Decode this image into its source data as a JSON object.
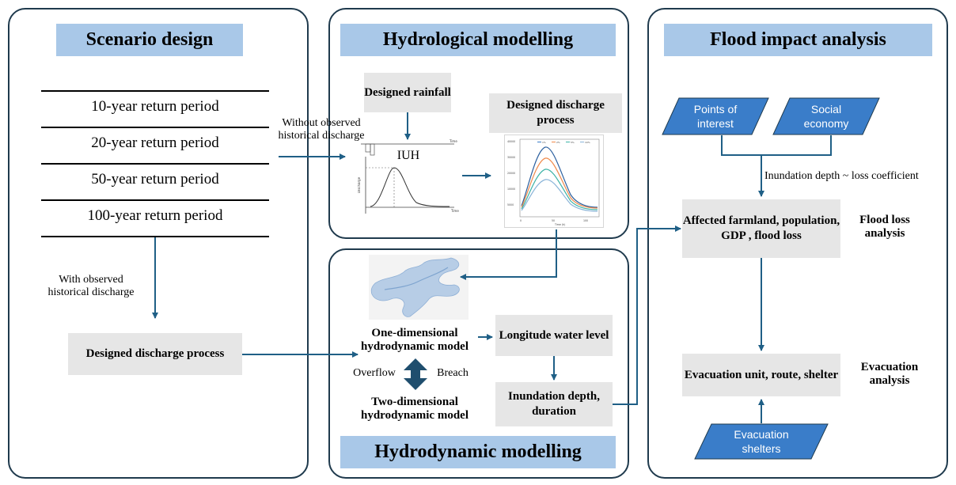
{
  "panels": {
    "scenario": {
      "header": "Scenario design",
      "return_periods": [
        "10-year return period",
        "20-year return period",
        "50-year return period",
        "100-year return period"
      ],
      "with_observed": "With observed historical discharge",
      "designed_discharge": "Designed discharge process"
    },
    "hydrological": {
      "header": "Hydrological modelling",
      "designed_rainfall": "Designed rainfall",
      "iuh": "IUH",
      "designed_discharge": "Designed discharge process"
    },
    "hydrodynamic": {
      "header": "Hydrodynamic modelling",
      "one_dim": "One-dimensional hydrodynamic model",
      "two_dim": "Two-dimensional hydrodynamic model",
      "overflow": "Overflow",
      "breach": "Breach",
      "longitude_water_level": "Longitude water level",
      "inundation": "Inundation depth, duration"
    },
    "flood_impact": {
      "header": "Flood impact analysis",
      "points_of_interest": "Points of interest",
      "social_economy": "Social economy",
      "loss_relation": "Inundation depth ~ loss coefficient",
      "affected": "Affected farmland, population, GDP , flood loss",
      "flood_loss_analysis": "Flood loss analysis",
      "evacuation_unit": "Evacuation unit, route, shelter",
      "evacuation_analysis": "Evacuation analysis",
      "evacuation_shelters": "Evacuation shelters"
    }
  },
  "connectors": {
    "without_observed": "Without observed historical discharge"
  },
  "colors": {
    "header_fill": "#a9c8e8",
    "box_fill": "#e6e6e6",
    "arrow": "#1f5f86",
    "parallelogram": "#3a7dc9",
    "panel_border": "#1f3a4d"
  },
  "icons": [
    "iuh-hydrograph-thumbnail",
    "discharge-chart-thumbnail",
    "river-map-thumbnail",
    "double-arrow-icon"
  ]
}
